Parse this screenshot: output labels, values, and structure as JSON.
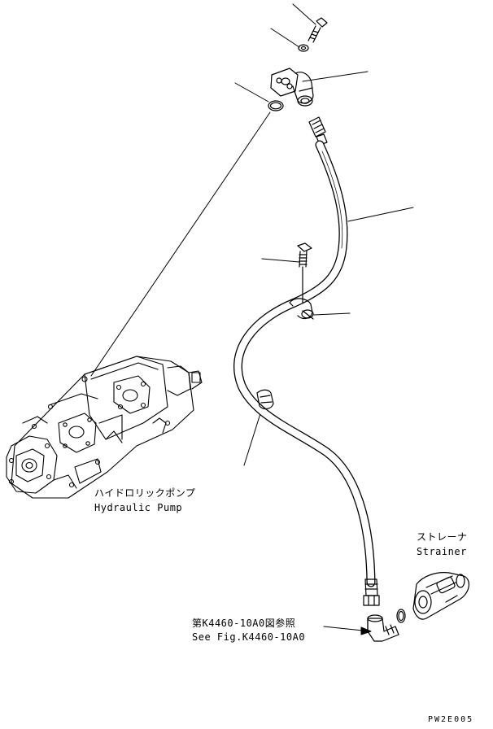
{
  "labels": {
    "hydraulic_pump_jp": "ハイドロリックポンプ",
    "hydraulic_pump_en": "Hydraulic Pump",
    "strainer_jp": "ストレーナ",
    "strainer_en": "Strainer",
    "fig_ref_jp": "第K4460-10A0図参照",
    "fig_ref_en": "See Fig.K4460-10A0",
    "drawing_code": "PW2E005"
  },
  "parts": [
    {
      "name": "bolt-top"
    },
    {
      "name": "washer-top"
    },
    {
      "name": "elbow-flange"
    },
    {
      "name": "o-ring-top"
    },
    {
      "name": "hose"
    },
    {
      "name": "clamp-bolt"
    },
    {
      "name": "hose-clamp"
    },
    {
      "name": "hose-sleeve"
    },
    {
      "name": "hydraulic-pump"
    },
    {
      "name": "elbow-fitting"
    },
    {
      "name": "o-ring-bottom"
    },
    {
      "name": "strainer"
    }
  ]
}
